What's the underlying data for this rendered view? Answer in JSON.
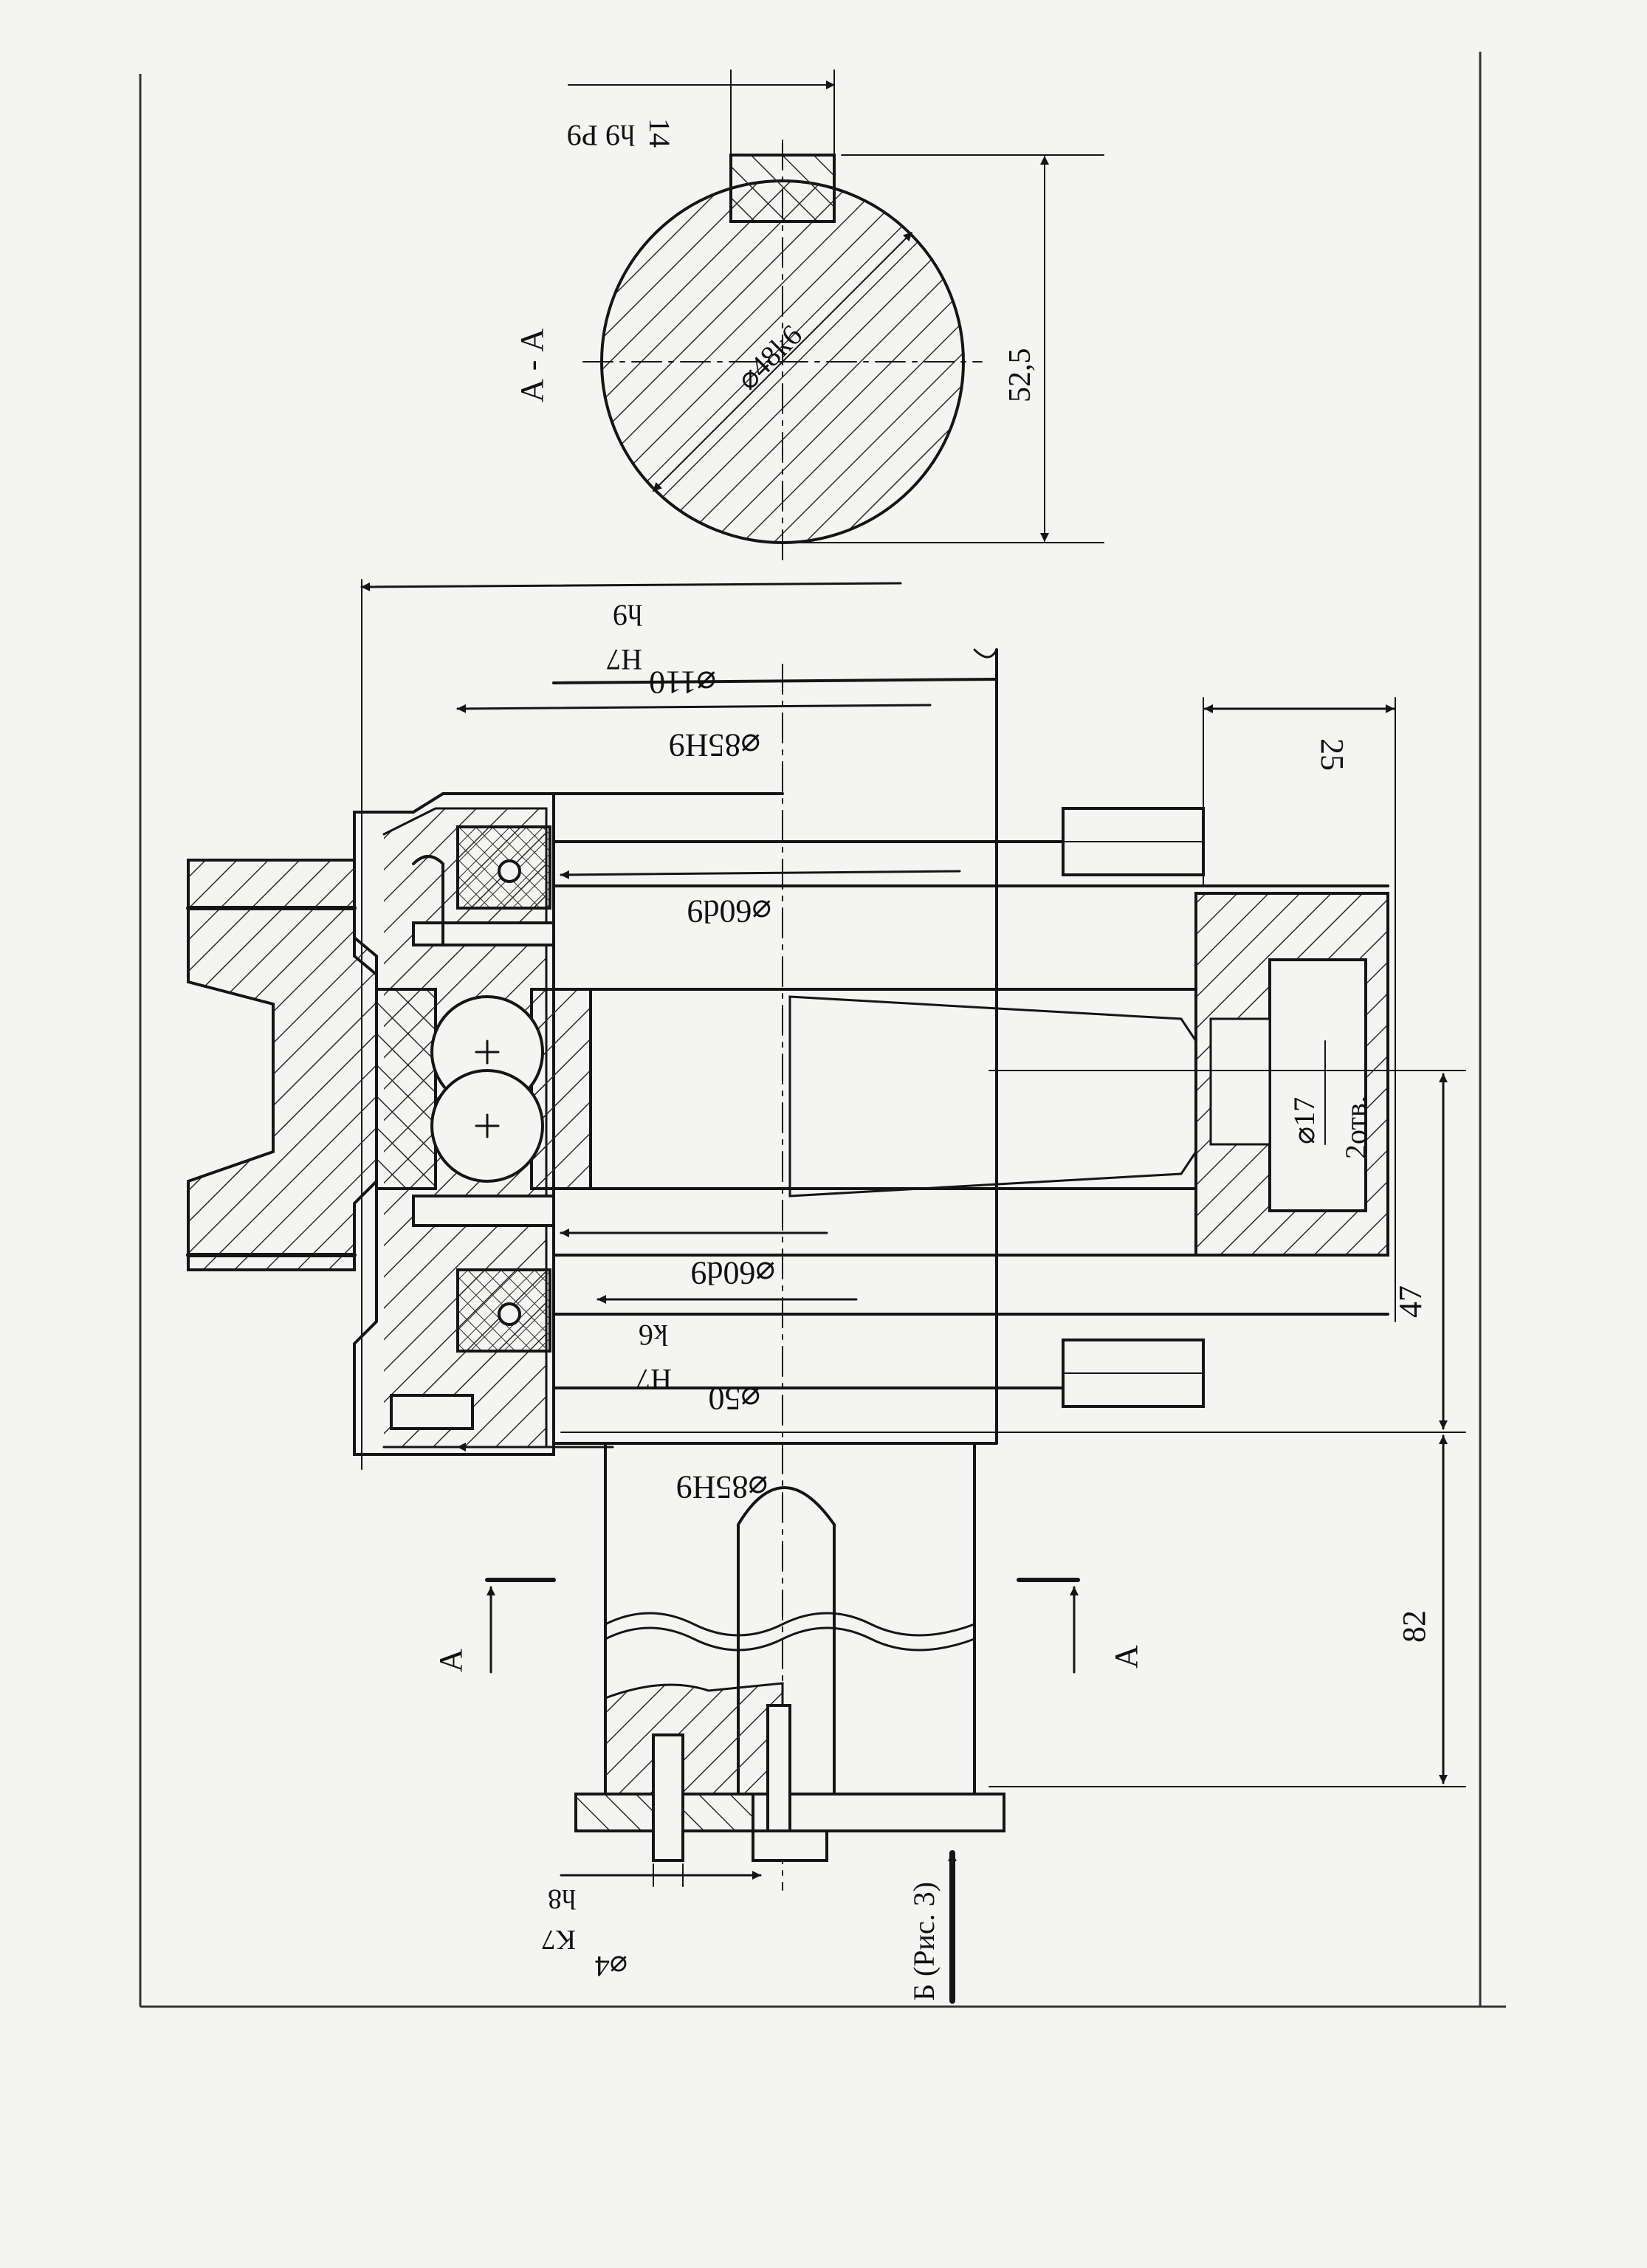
{
  "colors": {
    "paper": "#f4f4f2",
    "ink": "#151515",
    "hatch": "#2a2a2a"
  },
  "section": {
    "title": "А - А",
    "diameter": "⌀48k6",
    "height": "52,5",
    "key_num": "14",
    "key_fit_top": "P9",
    "key_fit_bot": "h9"
  },
  "dims": {
    "d110_main": "⌀110",
    "d110_top": "H7",
    "d110_bot": "h9",
    "d85_upper": "⌀85H9",
    "d60_upper": "⌀60d9",
    "d60_lower": "⌀60d9",
    "d50_main": "⌀50",
    "d50_top": "H7",
    "d50_bot": "k6",
    "d85_lower": "⌀85H9",
    "d17": "⌀17",
    "holes": "2отв.",
    "d4_main": "⌀4",
    "d4_top": "K7",
    "d4_bot": "h8",
    "len25": "25",
    "len47": "47",
    "len82": "82"
  },
  "labels": {
    "cut_left": "А",
    "cut_right": "А",
    "view_b": "Б (Рис. 3)"
  }
}
